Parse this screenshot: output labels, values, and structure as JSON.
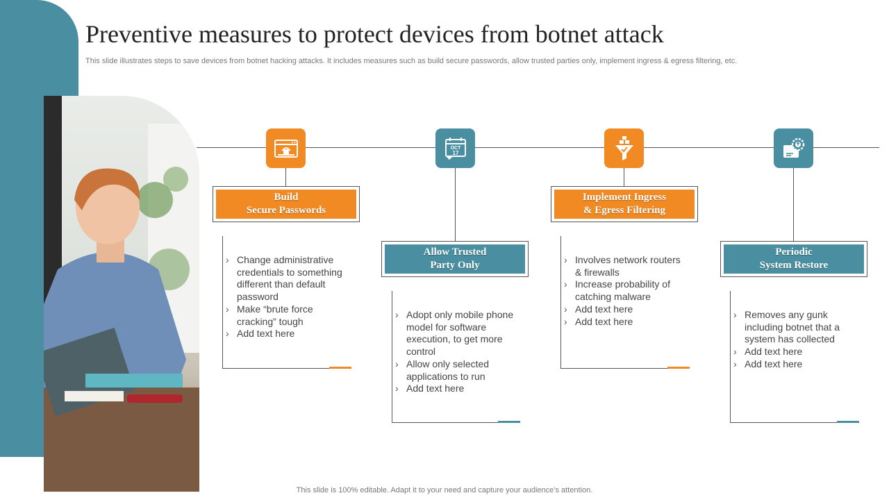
{
  "header": {
    "title": "Preventive measures to protect devices from botnet attack",
    "subtitle": "This slide illustrates steps to save devices from botnet hacking attacks. It includes measures such as build secure passwords, allow trusted parties only, implement ingress & egress filtering, etc."
  },
  "footer": {
    "text": "This slide is 100% editable. Adapt it to your need and capture your audience’s attention."
  },
  "colors": {
    "orange": "#F18A22",
    "teal": "#4A8FA1"
  },
  "steps": [
    {
      "icon": "password-browser-icon",
      "label_line1": "Build",
      "label_line2": "Secure Passwords",
      "bullets": [
        "Change administrative credentials to something different than default password",
        "Make “brute force cracking” tough",
        "Add text here"
      ]
    },
    {
      "icon": "calendar-icon",
      "icon_text_month": "OCT",
      "icon_text_day": "17",
      "label_line1": "Allow Trusted",
      "label_line2": "Party Only",
      "bullets": [
        "Adopt only mobile phone model for software execution, to get more control",
        "Allow only selected applications to run",
        "Add text here"
      ]
    },
    {
      "icon": "filter-funnel-icon",
      "label_line1": "Implement Ingress",
      "label_line2": "& Egress Filtering",
      "bullets": [
        "Involves network routers & firewalls",
        "Increase probability of catching malware",
        "Add text here",
        "Add text here"
      ]
    },
    {
      "icon": "restore-settings-icon",
      "label_line1": "Periodic",
      "label_line2": "System Restore",
      "bullets": [
        "Removes any gunk including botnet that a system has collected",
        "Add text here",
        "Add text here"
      ]
    }
  ]
}
